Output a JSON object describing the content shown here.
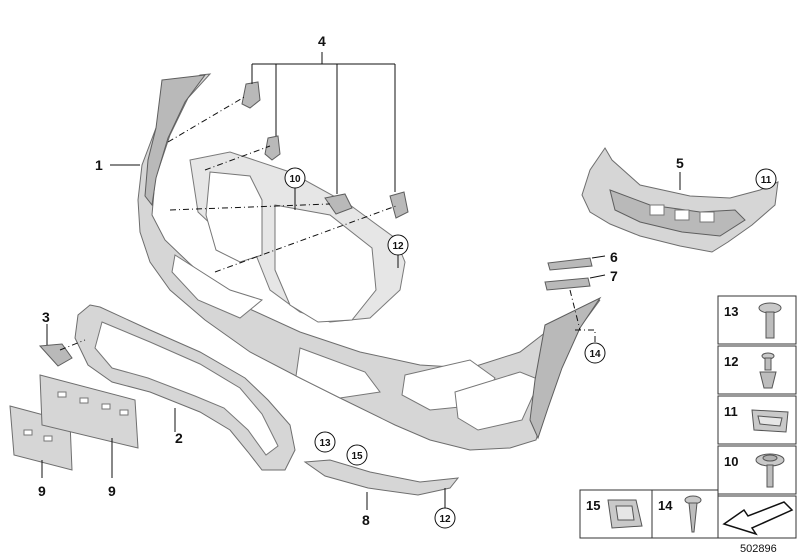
{
  "diagram": {
    "document_number": "502896",
    "callouts": [
      {
        "id": "c1",
        "label": "1"
      },
      {
        "id": "c2",
        "label": "2"
      },
      {
        "id": "c3",
        "label": "3"
      },
      {
        "id": "c4",
        "label": "4"
      },
      {
        "id": "c5",
        "label": "5"
      },
      {
        "id": "c6",
        "label": "6"
      },
      {
        "id": "c7",
        "label": "7"
      },
      {
        "id": "c8",
        "label": "8"
      },
      {
        "id": "c9a",
        "label": "9"
      },
      {
        "id": "c9b",
        "label": "9"
      }
    ],
    "circled_callouts": [
      {
        "id": "cc10",
        "label": "10"
      },
      {
        "id": "cc11",
        "label": "11"
      },
      {
        "id": "cc12a",
        "label": "12"
      },
      {
        "id": "cc12b",
        "label": "12"
      },
      {
        "id": "cc13",
        "label": "13"
      },
      {
        "id": "cc14",
        "label": "14"
      },
      {
        "id": "cc15",
        "label": "15"
      }
    ],
    "fastener_legend": [
      {
        "label": "13",
        "icon": "torx-screw-icon"
      },
      {
        "label": "12",
        "icon": "expanding-rivet-icon"
      },
      {
        "label": "11",
        "icon": "spring-nut-icon"
      },
      {
        "label": "10",
        "icon": "collar-screw-icon"
      },
      {
        "label": "15",
        "icon": "clip-nut-icon"
      },
      {
        "label": "14",
        "icon": "self-tapping-screw-icon"
      }
    ]
  }
}
